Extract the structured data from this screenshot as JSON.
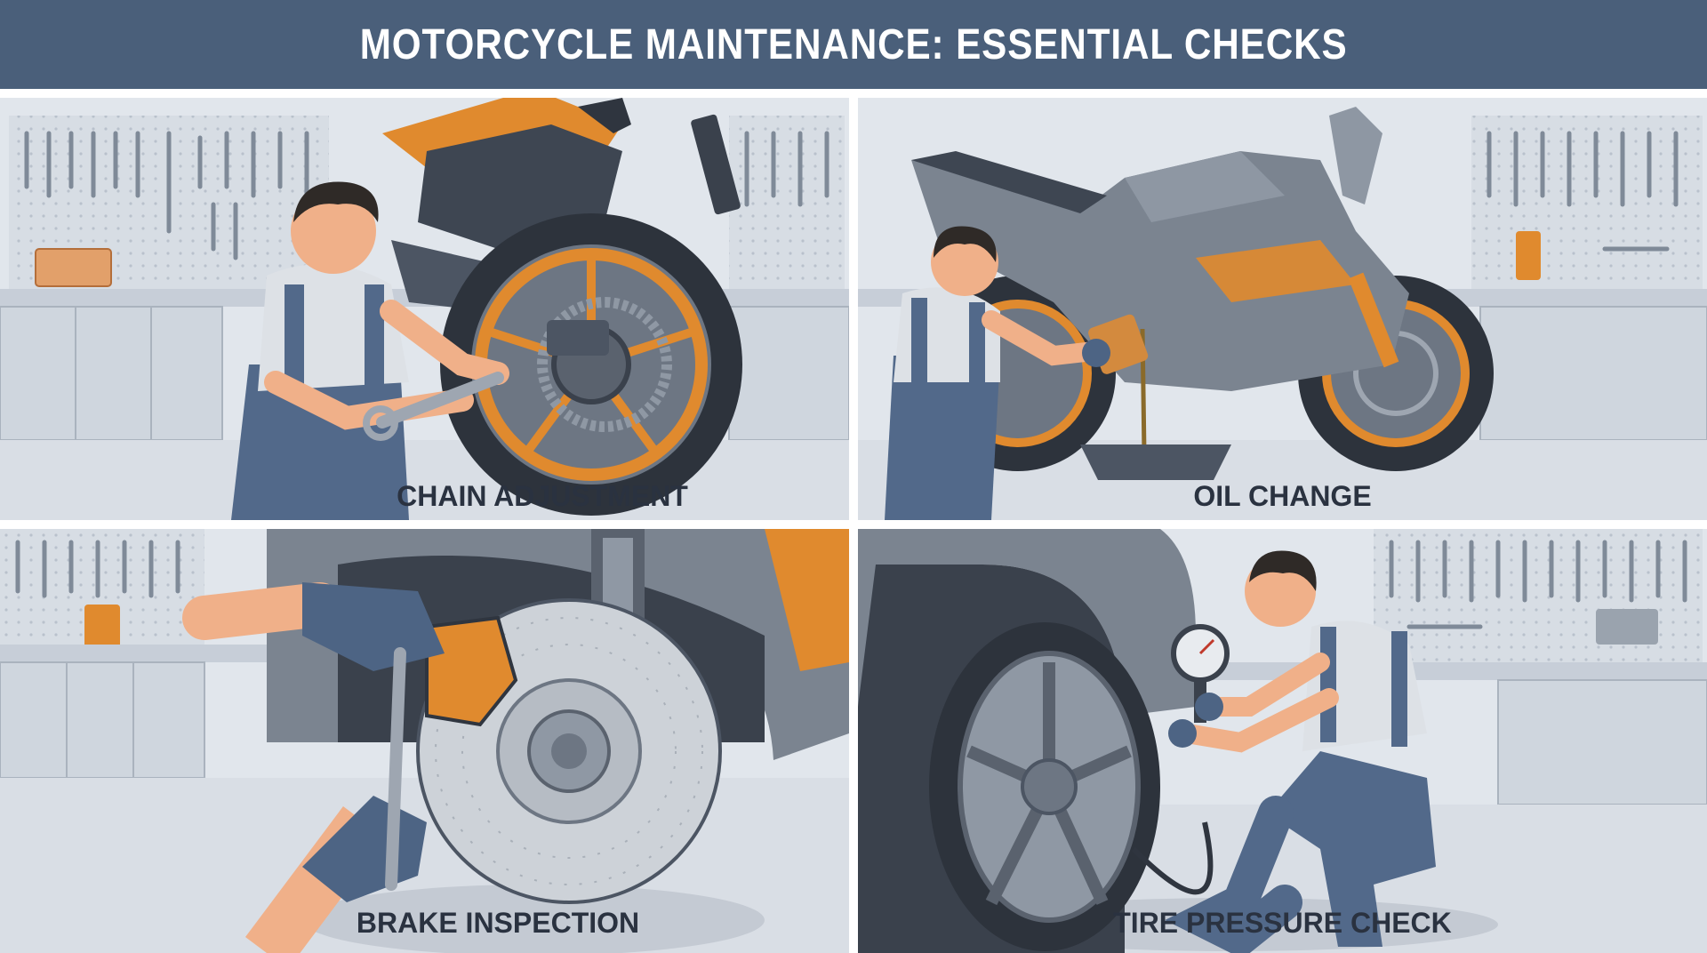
{
  "header": {
    "title": "MOTORCYCLE MAINTENANCE: ESSENTIAL CHECKS"
  },
  "panels": [
    {
      "caption": "CHAIN ADJUSTMENT"
    },
    {
      "caption": "OIL CHANGE"
    },
    {
      "caption": "BRAKE INSPECTION"
    },
    {
      "caption": "TIRE PRESSURE CHECK"
    }
  ],
  "colors": {
    "header_bg": "#4a5f7a",
    "accent_orange": "#e08a2e",
    "bike_gray": "#7b8490",
    "overall_blue": "#52698a",
    "glove_blue": "#4d6484",
    "floor": "#d9dee5"
  },
  "icons": [
    "wrench-icon",
    "pressure-gauge-icon",
    "oil-can-icon",
    "toolbox-icon"
  ]
}
